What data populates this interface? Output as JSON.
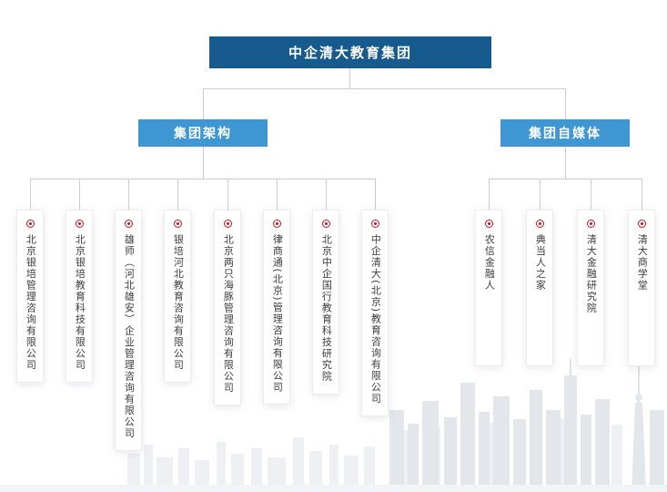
{
  "org_chart": {
    "root": {
      "label": "中企清大教育集团"
    },
    "card_icon": "bullseye-icon",
    "branches": [
      {
        "label": "集团架构",
        "children": [
          {
            "label": "北京银培管理咨询有限公司"
          },
          {
            "label": "北京银培教育科技有限公司"
          },
          {
            "label": "雄师（河北雄安）企业管理咨询有限公司"
          },
          {
            "label": "银培河北教育咨询有限公司"
          },
          {
            "label": "北京两只海豚管理咨询有限公司"
          },
          {
            "label": "律商通(北京)管理咨询有限公司"
          },
          {
            "label": "北京中企国行教育科技研究院"
          },
          {
            "label": "中企清大(北京)教育咨询有限公司"
          }
        ]
      },
      {
        "label": "集团自媒体",
        "children": [
          {
            "label": "农信金融人"
          },
          {
            "label": "典当人之家"
          },
          {
            "label": "清大金融研究院"
          },
          {
            "label": "清大商学堂"
          }
        ]
      }
    ]
  },
  "colors": {
    "root_bg": "#175a8e",
    "branch_bg": "#3e96d3",
    "connector": "#c9ccd1",
    "card_text": "#3c3c3c",
    "icon_red": "#cc1122"
  }
}
